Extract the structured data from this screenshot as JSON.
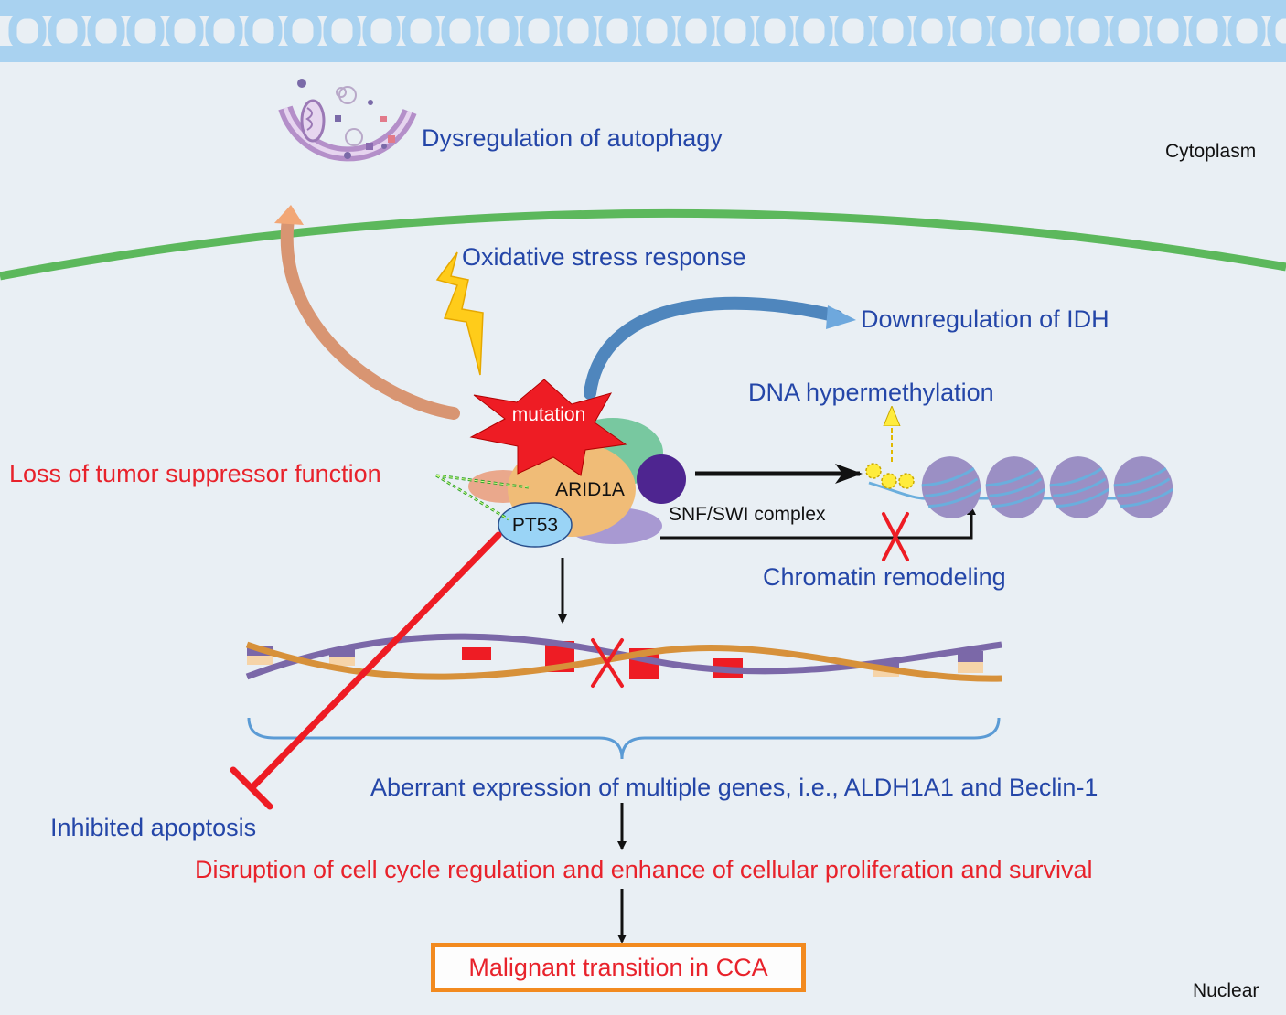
{
  "labels": {
    "cytoplasm": "Cytoplasm",
    "nuclear": "Nuclear",
    "autophagy": "Dysregulation of autophagy",
    "oxidative": "Oxidative stress response",
    "idh": "Downregulation of IDH",
    "dna_methyl": "DNA hypermethylation",
    "loss_tumor": "Loss of tumor suppressor function",
    "mutation": "mutation",
    "arid1a": "ARID1A",
    "pt53": "PT53",
    "snf_swi": "SNF/SWI complex",
    "chromatin": "Chromatin remodeling",
    "aberrant": "Aberrant expression of multiple genes, i.e., ALDH1A1 and Beclin-1",
    "apoptosis": "Inhibited apoptosis",
    "disruption": "Disruption of cell cycle regulation and enhance of cellular proliferation and survival",
    "malignant": "Malignant transition in CCA"
  },
  "colors": {
    "background": "#e9eff4",
    "blue_text": "#2446a8",
    "red_text": "#e8222b",
    "membrane_top": "#9cc8ea",
    "nuclear_membrane": "#5cb85c",
    "outcome_border": "#f28a1f"
  }
}
